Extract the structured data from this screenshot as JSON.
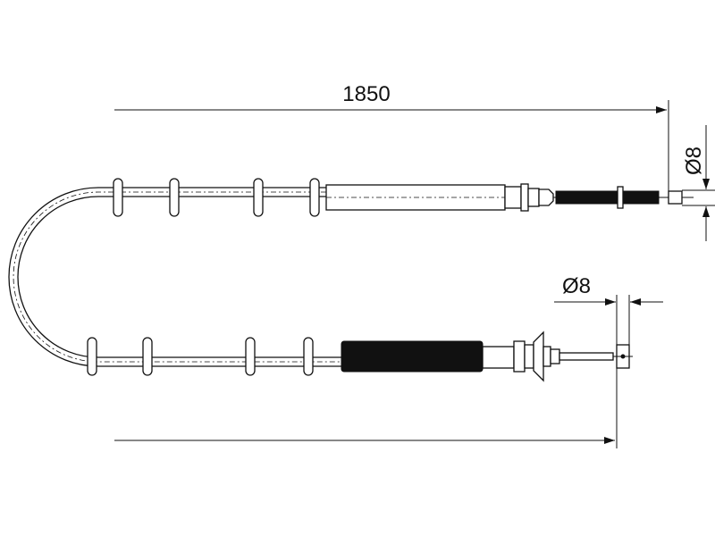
{
  "drawing": {
    "overall_length_label": "1850",
    "top_end_diameter_label": "Ø8",
    "bottom_end_diameter_label": "Ø8"
  }
}
